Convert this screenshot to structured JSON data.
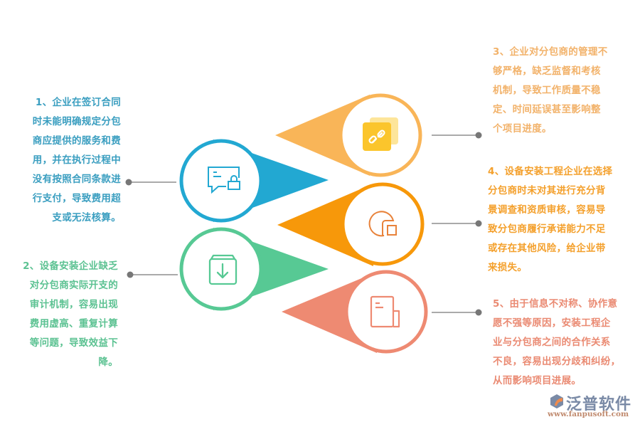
{
  "colors": {
    "blue": "#22a8d2",
    "yellow": "#f9b558",
    "orange": "#f7980a",
    "green": "#57c994",
    "salmon": "#ee8a72",
    "connector": "#777777",
    "icon_yellow": "#fbc52c",
    "icon_orange": "#e8823a"
  },
  "items": [
    {
      "number": "1",
      "color": "blue",
      "icon": "chat-lock-icon",
      "lines": [
        "1、企业在签订合同",
        "时未能明确规定分包",
        "商应提供的服务和费",
        "用，并在执行过程中",
        "没有按照合同条款进",
        "行支付，导致费用超",
        "支或无法核算。"
      ]
    },
    {
      "number": "2",
      "color": "green",
      "icon": "box-download-icon",
      "lines": [
        "2、设备安装企业缺乏",
        "对分包商实际开支的",
        "审计机制，容易出现",
        "费用虚高、重复计算",
        "等问题，导致效益下",
        "降。"
      ]
    },
    {
      "number": "3",
      "color": "yellow",
      "icon": "link-cards-icon",
      "lines": [
        "3、企业对分包商的管理不",
        "够严格，缺乏监督和考核",
        "机制，导致工作质量不稳",
        "定、时间延误甚至影响整",
        "个项目进度。"
      ]
    },
    {
      "number": "4",
      "color": "orange",
      "icon": "pie-chart-icon",
      "lines": [
        "4、设备安装工程企业在选择",
        "分包商时未对其进行充分背",
        "景调查和资质审核，容易导",
        "致分包商履行承诺能力不足",
        "或存在其他风险，给企业带",
        "来损失。"
      ]
    },
    {
      "number": "5",
      "color": "salmon",
      "icon": "document-icon",
      "lines": [
        "5、由于信息不对称、协作意",
        "愿不强等原因，安装工程企",
        "业与分包商之间的合作关系",
        "不良，容易出现分歧和纠纷，",
        "从而影响项目进展。"
      ]
    }
  ],
  "logo": {
    "name": "泛普软件",
    "url": "www.fanpusoft.com"
  }
}
